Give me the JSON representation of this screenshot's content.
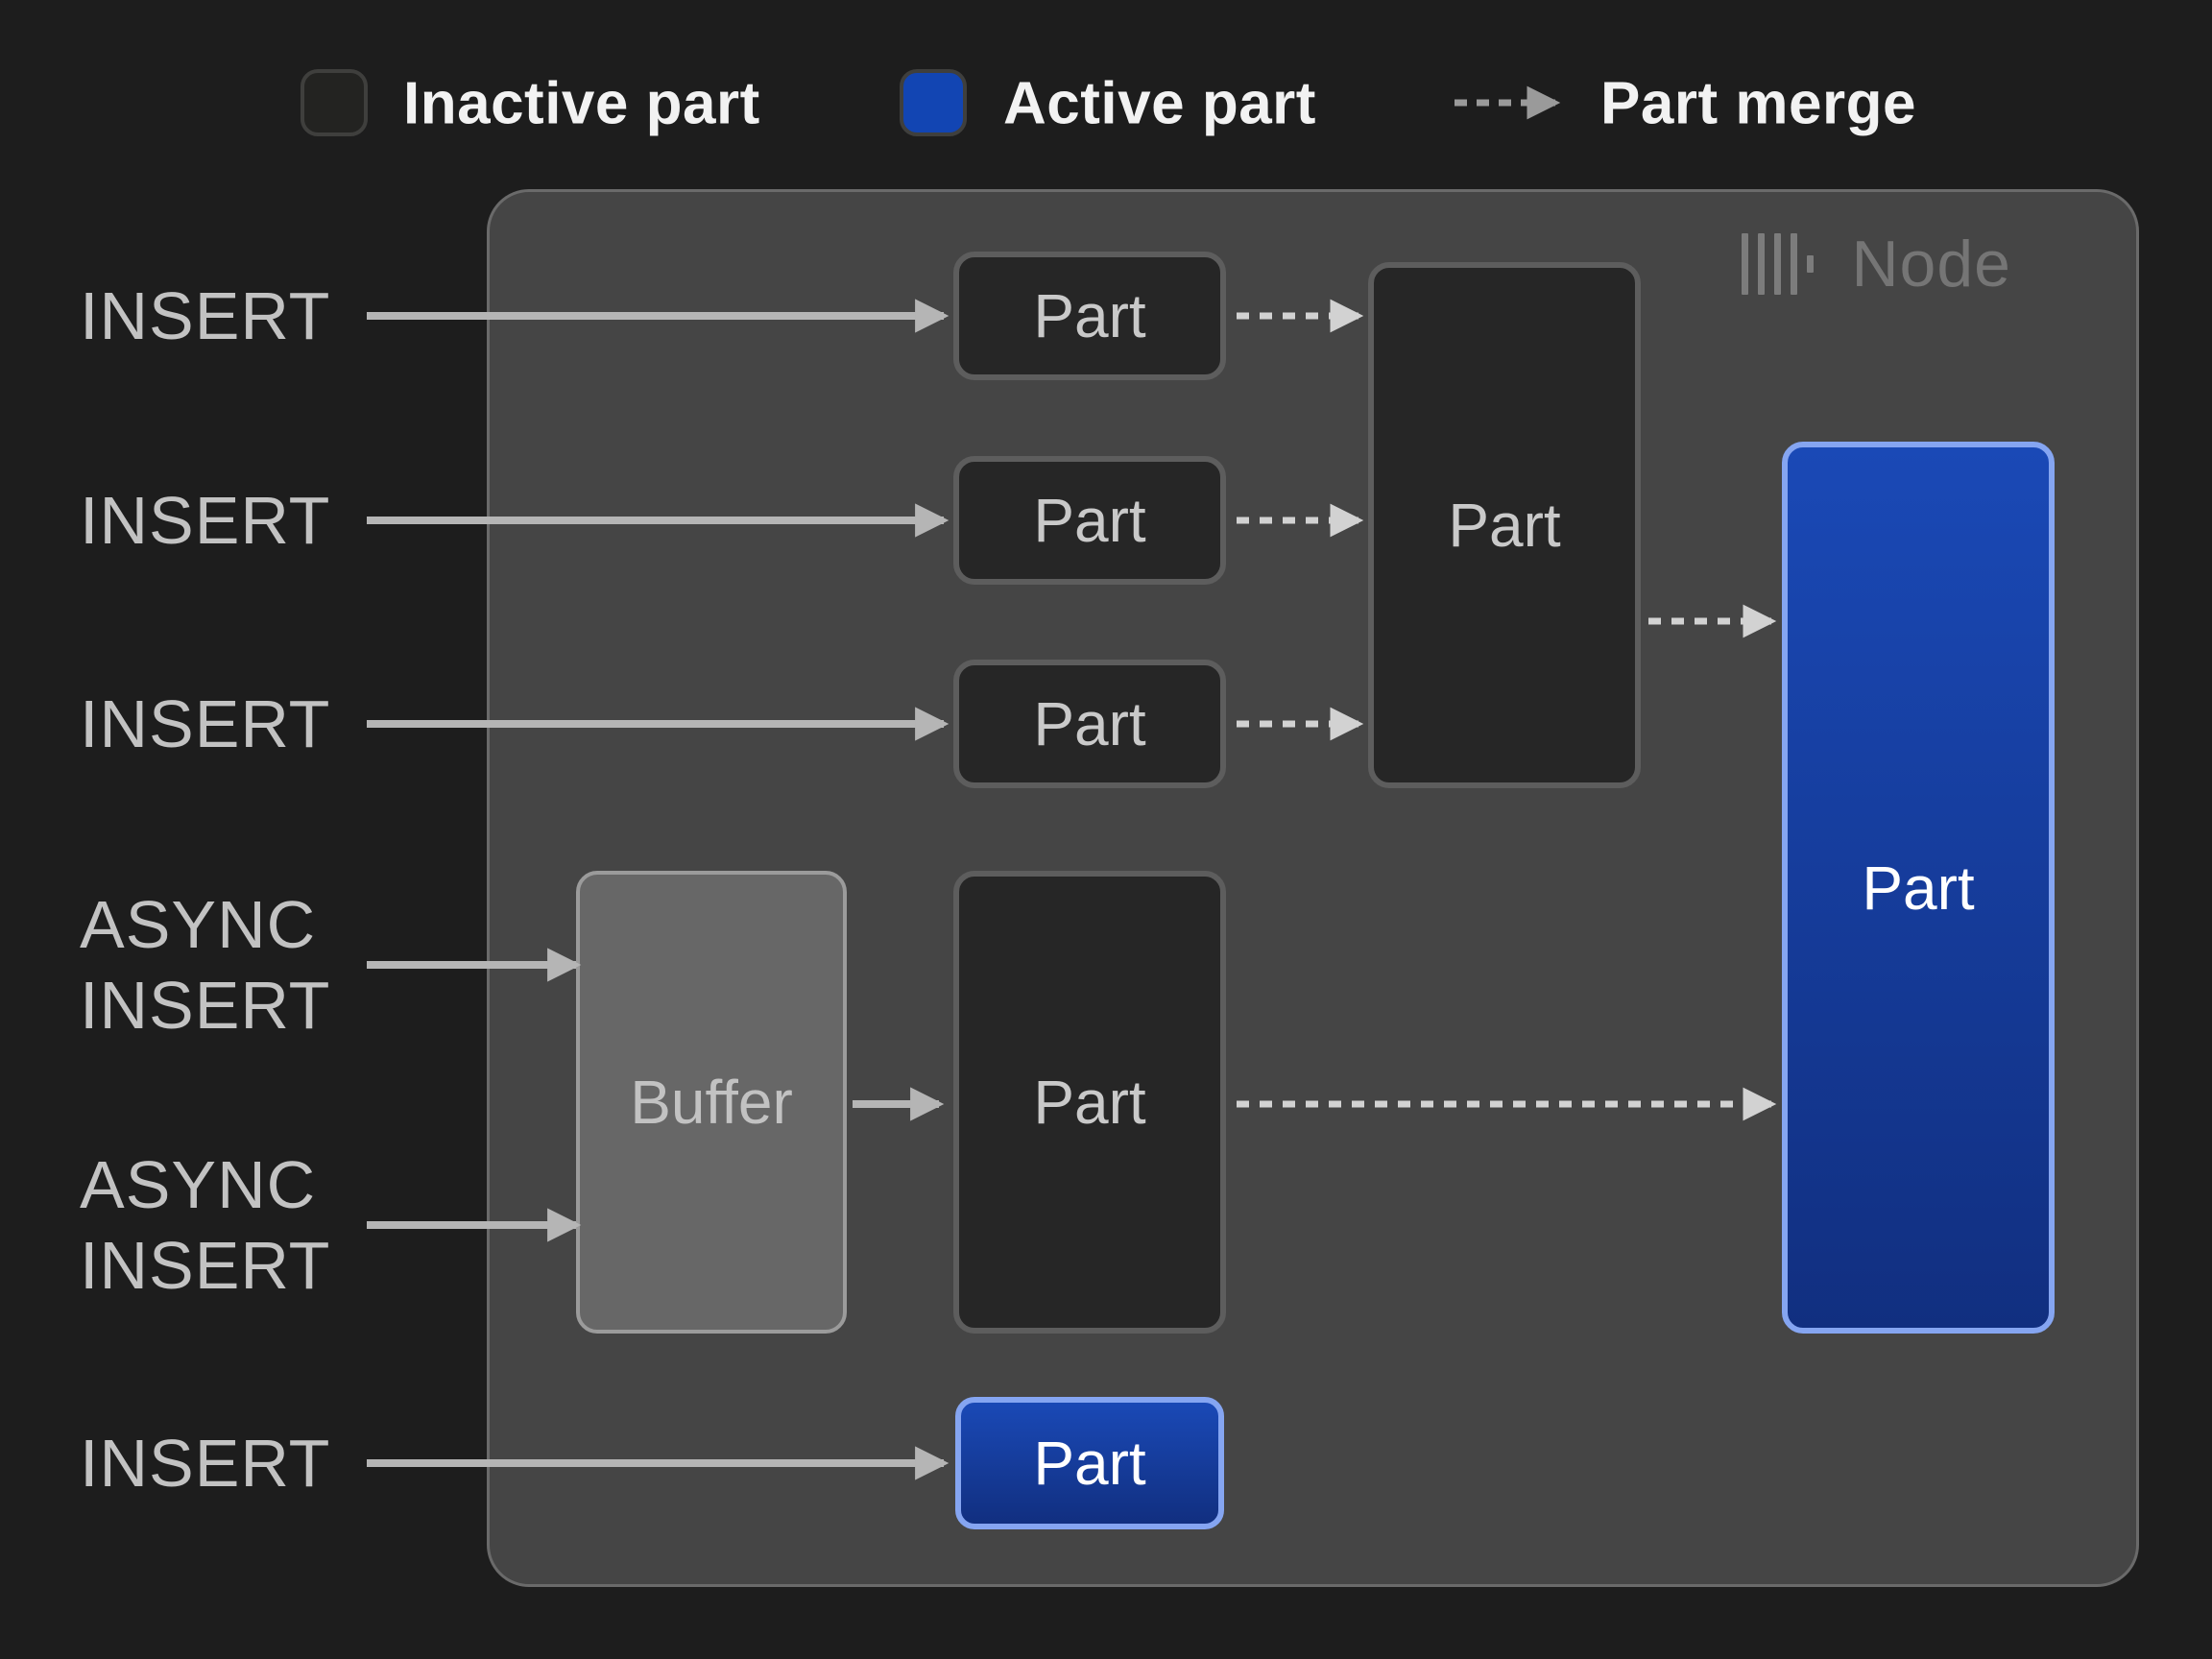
{
  "legend": {
    "items": [
      {
        "label": "Inactive part",
        "swatch": "inactive-part-swatch"
      },
      {
        "label": "Active part",
        "swatch": "active-part-swatch"
      },
      {
        "label": "Part merge",
        "swatch": "dashed-arrow"
      }
    ]
  },
  "node": {
    "title": "Node",
    "icon": "clickhouse-bars-icon"
  },
  "inputs": [
    {
      "text": "INSERT"
    },
    {
      "text": "INSERT"
    },
    {
      "text": "INSERT"
    },
    {
      "text": "ASYNC\nINSERT"
    },
    {
      "text": "ASYNC\nINSERT"
    },
    {
      "text": "INSERT"
    }
  ],
  "boxes": {
    "part_small_1": "Part",
    "part_small_2": "Part",
    "part_small_3": "Part",
    "part_merged": "Part",
    "buffer": "Buffer",
    "part_buffered": "Part",
    "part_active_large": "Part",
    "part_active_small": "Part"
  },
  "colors": {
    "background": "#1d1d1d",
    "node-bg": "#454545",
    "node-border": "#6a6a6a",
    "inactive-fill": "#262626",
    "inactive-border": "#5d5d5d",
    "active-top": "#1a49b6",
    "active-bottom": "#112f80",
    "active-border": "#85a5f1",
    "active-flat": "#1245b3",
    "buffer-fill": "#676767",
    "buffer-border": "#9b9b9b",
    "arrow": "#b5b5b5",
    "dash-arrow": "#d2d2d2",
    "legend-arrow": "#9a9a9a",
    "text-label": "#c2c2c2",
    "text-part": "#c9c9c9",
    "text-active": "#ffffff",
    "text-legend": "#f2f2f2",
    "text-node": "#757575"
  }
}
